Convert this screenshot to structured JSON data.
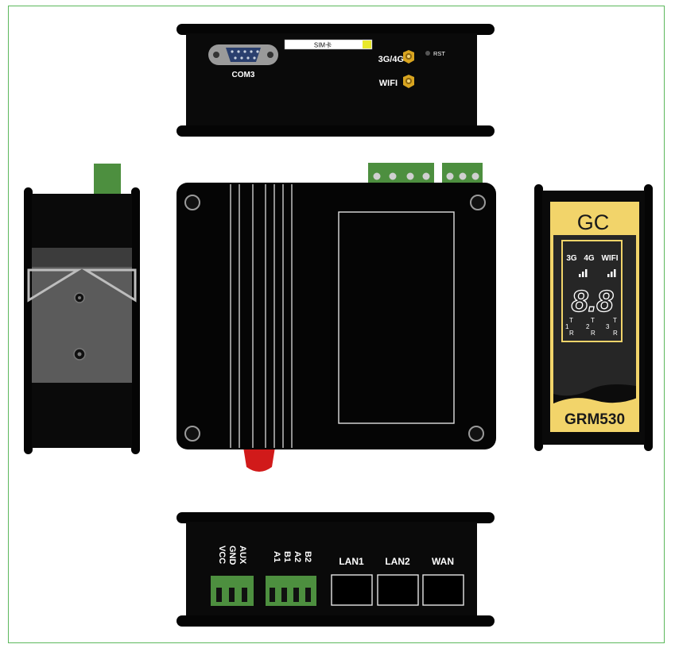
{
  "colors": {
    "frame": "#5cb85c",
    "body": "#050505",
    "terminal_green": "#4d8f3f",
    "yellow": "#f2d46a",
    "red_button": "#d11a1a",
    "gold_connector": "#d9a520"
  },
  "top_view": {
    "serial_label": "COM3",
    "sim_label": "SIM卡",
    "antenna_1_label": "3G/4G",
    "antenna_2_label": "WIFI",
    "reset_label": "RST"
  },
  "right_view": {
    "logo": "GC",
    "indicator_3g": "3G",
    "indicator_4g": "4G",
    "indicator_wifi": "WIFI",
    "digits": "8.8",
    "model": "GRM530",
    "port_status": [
      {
        "num": "1",
        "t": "T",
        "r": "R"
      },
      {
        "num": "2",
        "t": "T",
        "r": "R"
      },
      {
        "num": "3",
        "t": "T",
        "r": "R"
      }
    ]
  },
  "bottom_view": {
    "power_pins": [
      "VCC",
      "GND",
      "AUX"
    ],
    "serial_pins": [
      "A1",
      "B1",
      "A2",
      "B2"
    ],
    "lan1": "LAN1",
    "lan2": "LAN2",
    "wan": "WAN"
  }
}
